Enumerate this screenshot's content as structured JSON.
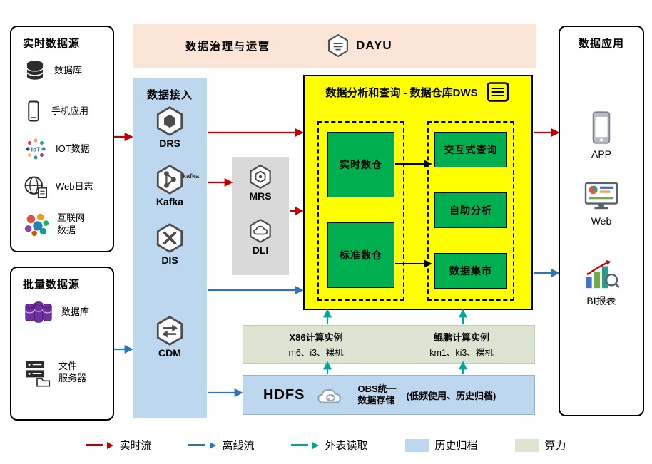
{
  "governance": {
    "title": "数据治理与运营",
    "logo_text": "DAYU"
  },
  "realtime_sources": {
    "title": "实时数据源",
    "items": [
      {
        "label": "数据库"
      },
      {
        "label": "手机应用"
      },
      {
        "label": "IOT数据"
      },
      {
        "label": "Web日志"
      },
      {
        "label": "互联网\n数据"
      }
    ]
  },
  "batch_sources": {
    "title": "批量数据源",
    "items": [
      {
        "label": "数据库"
      },
      {
        "label": "文件\n服务器"
      }
    ]
  },
  "ingestion": {
    "title": "数据接入",
    "items": [
      {
        "label": "DRS"
      },
      {
        "label": "Kafka",
        "badge": "kafka"
      },
      {
        "label": "DIS"
      },
      {
        "label": "CDM"
      }
    ]
  },
  "middle_services": {
    "items": [
      {
        "label": "MRS"
      },
      {
        "label": "DLI"
      }
    ]
  },
  "dws": {
    "title": "数据分析和查询 - 数据仓库DWS",
    "warehouses": [
      {
        "label": "实时数仓"
      },
      {
        "label": "标准数仓"
      }
    ],
    "services": [
      {
        "label": "交互式查询"
      },
      {
        "label": "自助分析"
      },
      {
        "label": "数据集市"
      }
    ]
  },
  "compute": {
    "groups": [
      {
        "title": "X86计算实例",
        "subtitle": "m6、i3、裸机"
      },
      {
        "title": "鲲鹏计算实例",
        "subtitle": "km1、ki3、裸机"
      }
    ]
  },
  "storage": {
    "hdfs_label": "HDFS",
    "obs_label": "OBS统一\n数据存储",
    "obs_note": "(低频使用、历史归档)"
  },
  "applications": {
    "title": "数据应用",
    "items": [
      {
        "label": "APP"
      },
      {
        "label": "Web"
      },
      {
        "label": "BI报表"
      }
    ]
  },
  "legend": {
    "items": [
      {
        "label": "实时流",
        "kind": "arrow",
        "color": "#c00000"
      },
      {
        "label": "离线流",
        "kind": "arrow",
        "color": "#2e75b6"
      },
      {
        "label": "外表读取",
        "kind": "arrow",
        "color": "#00a89b"
      },
      {
        "label": "历史归档",
        "kind": "swatch",
        "color": "#bdd7ee"
      },
      {
        "label": "算力",
        "kind": "swatch",
        "color": "#dde5d2"
      }
    ]
  },
  "colors": {
    "realtime_flow": "#c00000",
    "offline_flow": "#2e75b6",
    "external_read": "#00a89b",
    "governance_bg": "#fbe5d6",
    "ingestion_bg": "#bdd7ee",
    "services_bg": "#d9d9d9",
    "dws_bg": "#ffff00",
    "warehouse_green": "#00b050",
    "compute_bg": "#dde5d2",
    "storage_bg": "#bdd7ee"
  }
}
